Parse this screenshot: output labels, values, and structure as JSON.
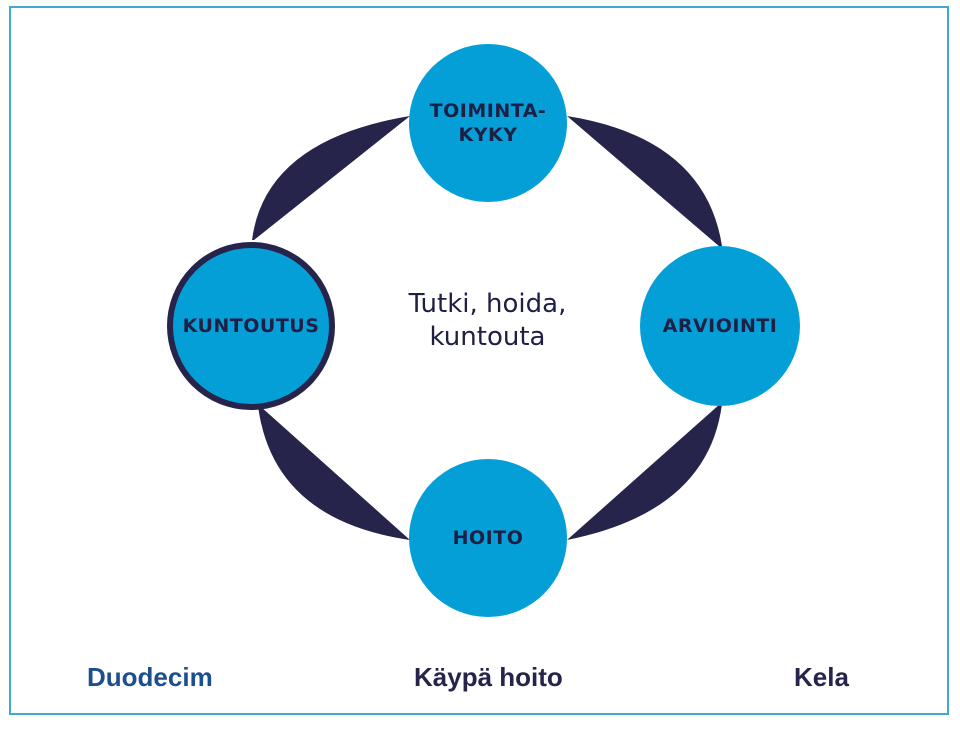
{
  "diagram": {
    "center_text": "Tutki, hoida,\nkuntouta",
    "nodes": {
      "top": "TOIMINTA-\nKYKY",
      "right": "ARVIOINTI",
      "bottom": "HOITO",
      "left": "KUNTOUTUS"
    }
  },
  "footer": {
    "left": "Duodecim",
    "middle": "Käypä hoito",
    "right": "Kela"
  },
  "colors": {
    "frame": "#3fa9d6",
    "circle": "#059fd8",
    "connector": "#26244a",
    "text_dark": "#1f1f45",
    "duodecim_blue": "#1d4e8f"
  }
}
